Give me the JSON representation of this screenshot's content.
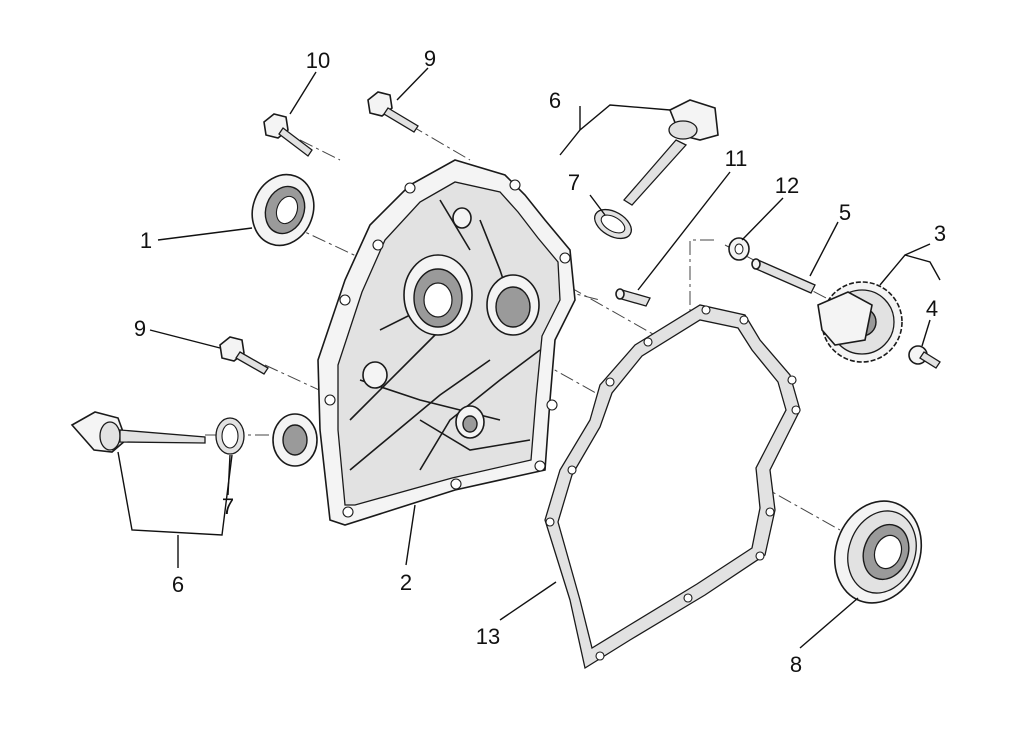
{
  "callouts": {
    "c10": "10",
    "c9_top": "9",
    "c6_top": "6",
    "c7_top": "7",
    "c11": "11",
    "c12": "12",
    "c5": "5",
    "c3": "3",
    "c4": "4",
    "c1": "1",
    "c9_left": "9",
    "c7_left": "7",
    "c6_left": "6",
    "c2": "2",
    "c13": "13",
    "c8": "8"
  },
  "colors": {
    "line": "#111111",
    "background": "#ffffff"
  }
}
